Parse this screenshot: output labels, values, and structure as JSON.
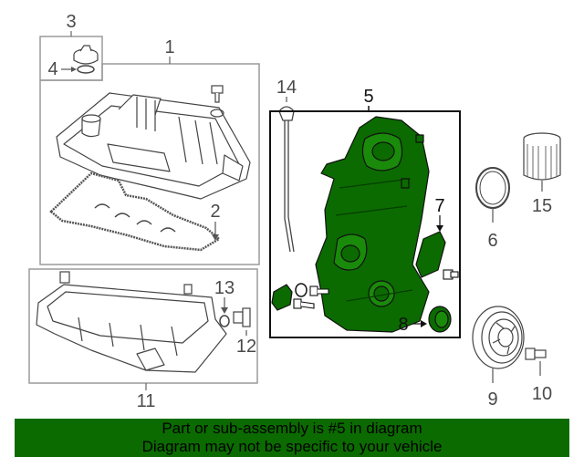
{
  "callouts": {
    "c1": "1",
    "c2": "2",
    "c3": "3",
    "c4": "4",
    "c5": "5",
    "c6": "6",
    "c7": "7",
    "c8": "8",
    "c9": "9",
    "c10": "10",
    "c11": "11",
    "c12": "12",
    "c13": "13",
    "c14": "14",
    "c15": "15"
  },
  "banner": {
    "line1": "Part or sub-assembly is #5 in diagram",
    "line2": "Diagram may not be specific to your vehicle"
  },
  "colors": {
    "highlight": "#0b6b00",
    "banner_bg": "#0b6b00",
    "line": "#555555",
    "box": "#9a9a9a"
  }
}
